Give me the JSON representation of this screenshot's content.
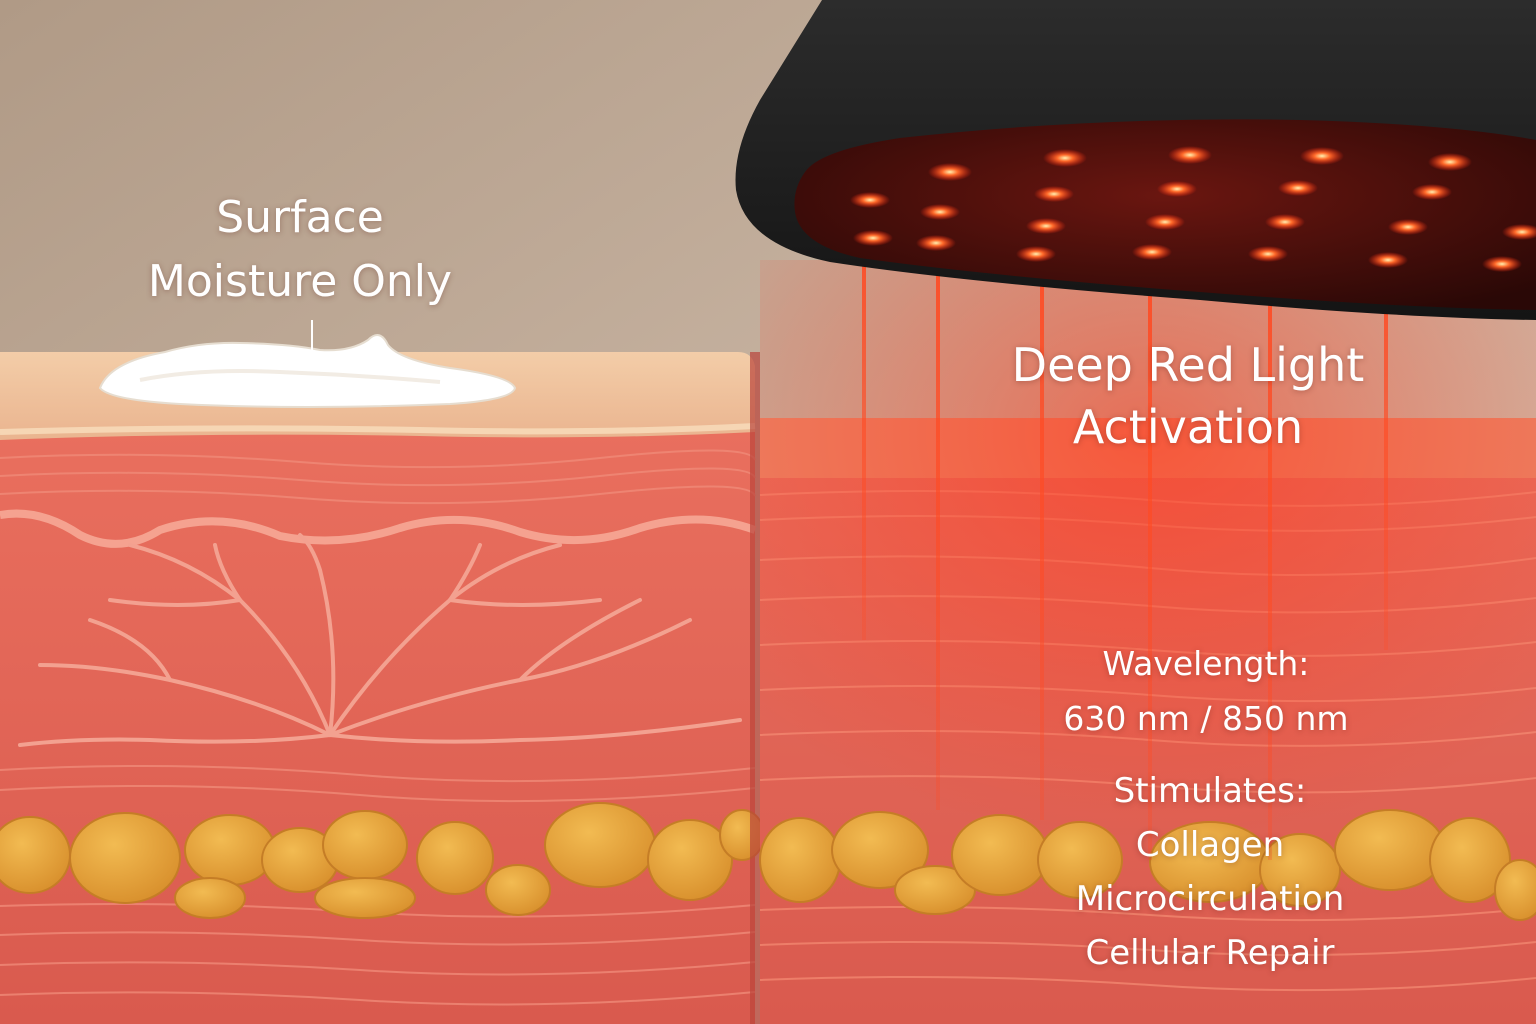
{
  "left_panel": {
    "label_line1": "Surface",
    "label_line2": "Moisture Only"
  },
  "right_panel": {
    "title_line1": "Deep Red Light",
    "title_line2": "Activation",
    "wavelength_heading": "Wavelength:",
    "wavelength_value": "630 nm / 850 nm",
    "stimulates_heading": "Stimulates:",
    "benefits": [
      "Collagen",
      "Microcirculation",
      "Cellular Repair"
    ]
  },
  "colors": {
    "background": "#b8a492",
    "epidermis": "#f0c49e",
    "dermis": "#e2675a",
    "fat": "#e6a63c",
    "red_light": "#ff3a1e",
    "device": "#1e1e1e",
    "cream": "#ffffff"
  }
}
